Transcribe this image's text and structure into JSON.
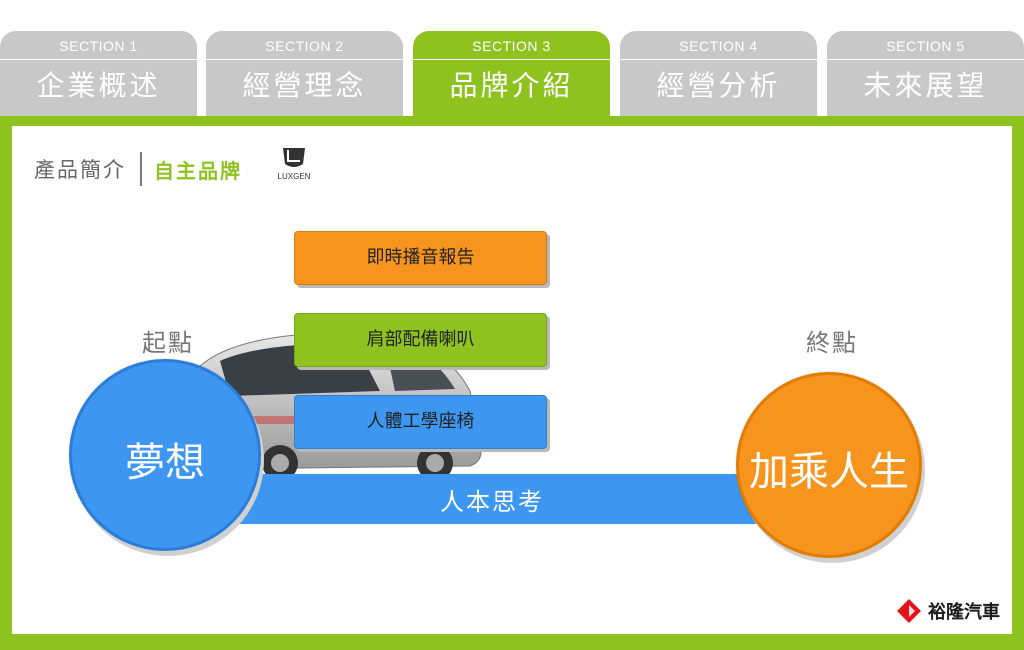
{
  "tabs": [
    {
      "section": "SECTION 1",
      "name": "企業概述",
      "active": false
    },
    {
      "section": "SECTION 2",
      "name": "經營理念",
      "active": false
    },
    {
      "section": "SECTION 3",
      "name": "品牌介紹",
      "active": true
    },
    {
      "section": "SECTION 4",
      "name": "經營分析",
      "active": false
    },
    {
      "section": "SECTION 5",
      "name": "未來展望",
      "active": false
    }
  ],
  "breadcrumb": {
    "parent": "產品簡介",
    "current": "自主品牌",
    "brand_logo_text": "LUXGEN"
  },
  "diagram": {
    "start_label": "起點",
    "end_label": "終點",
    "start_circle": "夢想",
    "end_circle": "加乘人生",
    "bar_label": "人本思考",
    "features": [
      "即時播音報告",
      "肩部配備喇叭",
      "人體工學座椅"
    ]
  },
  "company": {
    "name": "裕隆汽車"
  },
  "colors": {
    "green": "#8dc21f",
    "blue": "#3d96f0",
    "orange": "#f7941d",
    "tab_gray": "#c8c8c8"
  },
  "icons": {
    "brand": "luxgen-logo-icon",
    "company": "yulon-diamond-icon"
  }
}
